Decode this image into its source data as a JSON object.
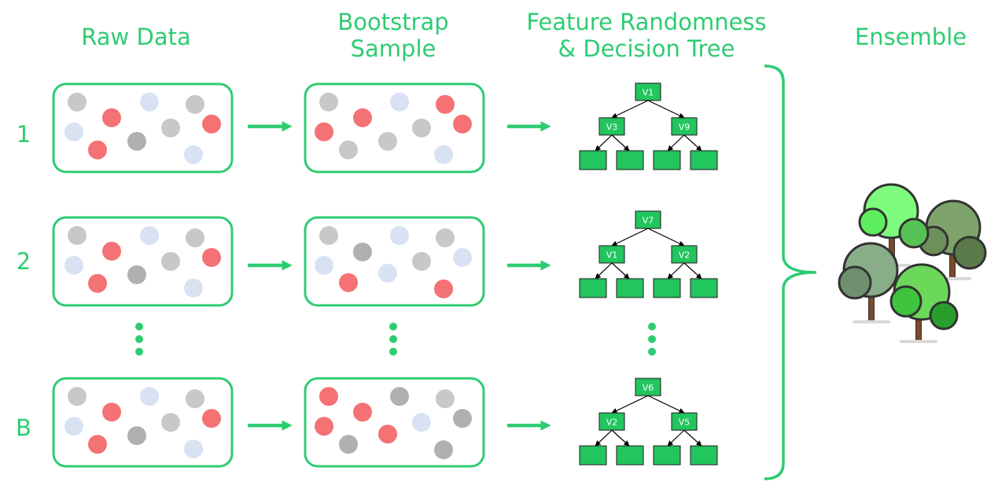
{
  "colors": {
    "accent": "#2ecc71",
    "node_fill": "#22c55e",
    "dot_red": "#f47174",
    "dot_gray": "#c8c8c8",
    "dot_dark_gray": "#b0b0b0",
    "dot_blue": "#d8e2f3"
  },
  "headers": {
    "raw_data": "Raw Data",
    "bootstrap": "Bootstrap\nSample",
    "feature_tree": "Feature Randomness\n& Decision Tree",
    "ensemble": "Ensemble"
  },
  "rows": [
    {
      "label": "1",
      "root": "V1",
      "left": "V3",
      "right": "V9"
    },
    {
      "label": "2",
      "root": "V7",
      "left": "V1",
      "right": "V2"
    },
    {
      "label": "B",
      "root": "V6",
      "left": "V2",
      "right": "V5"
    }
  ],
  "icons": {
    "arrow": "arrow-right-icon",
    "ellipsis": "vertical-ellipsis-icon",
    "brace": "right-curly-brace-icon",
    "forest": "forest-trees-icon"
  }
}
